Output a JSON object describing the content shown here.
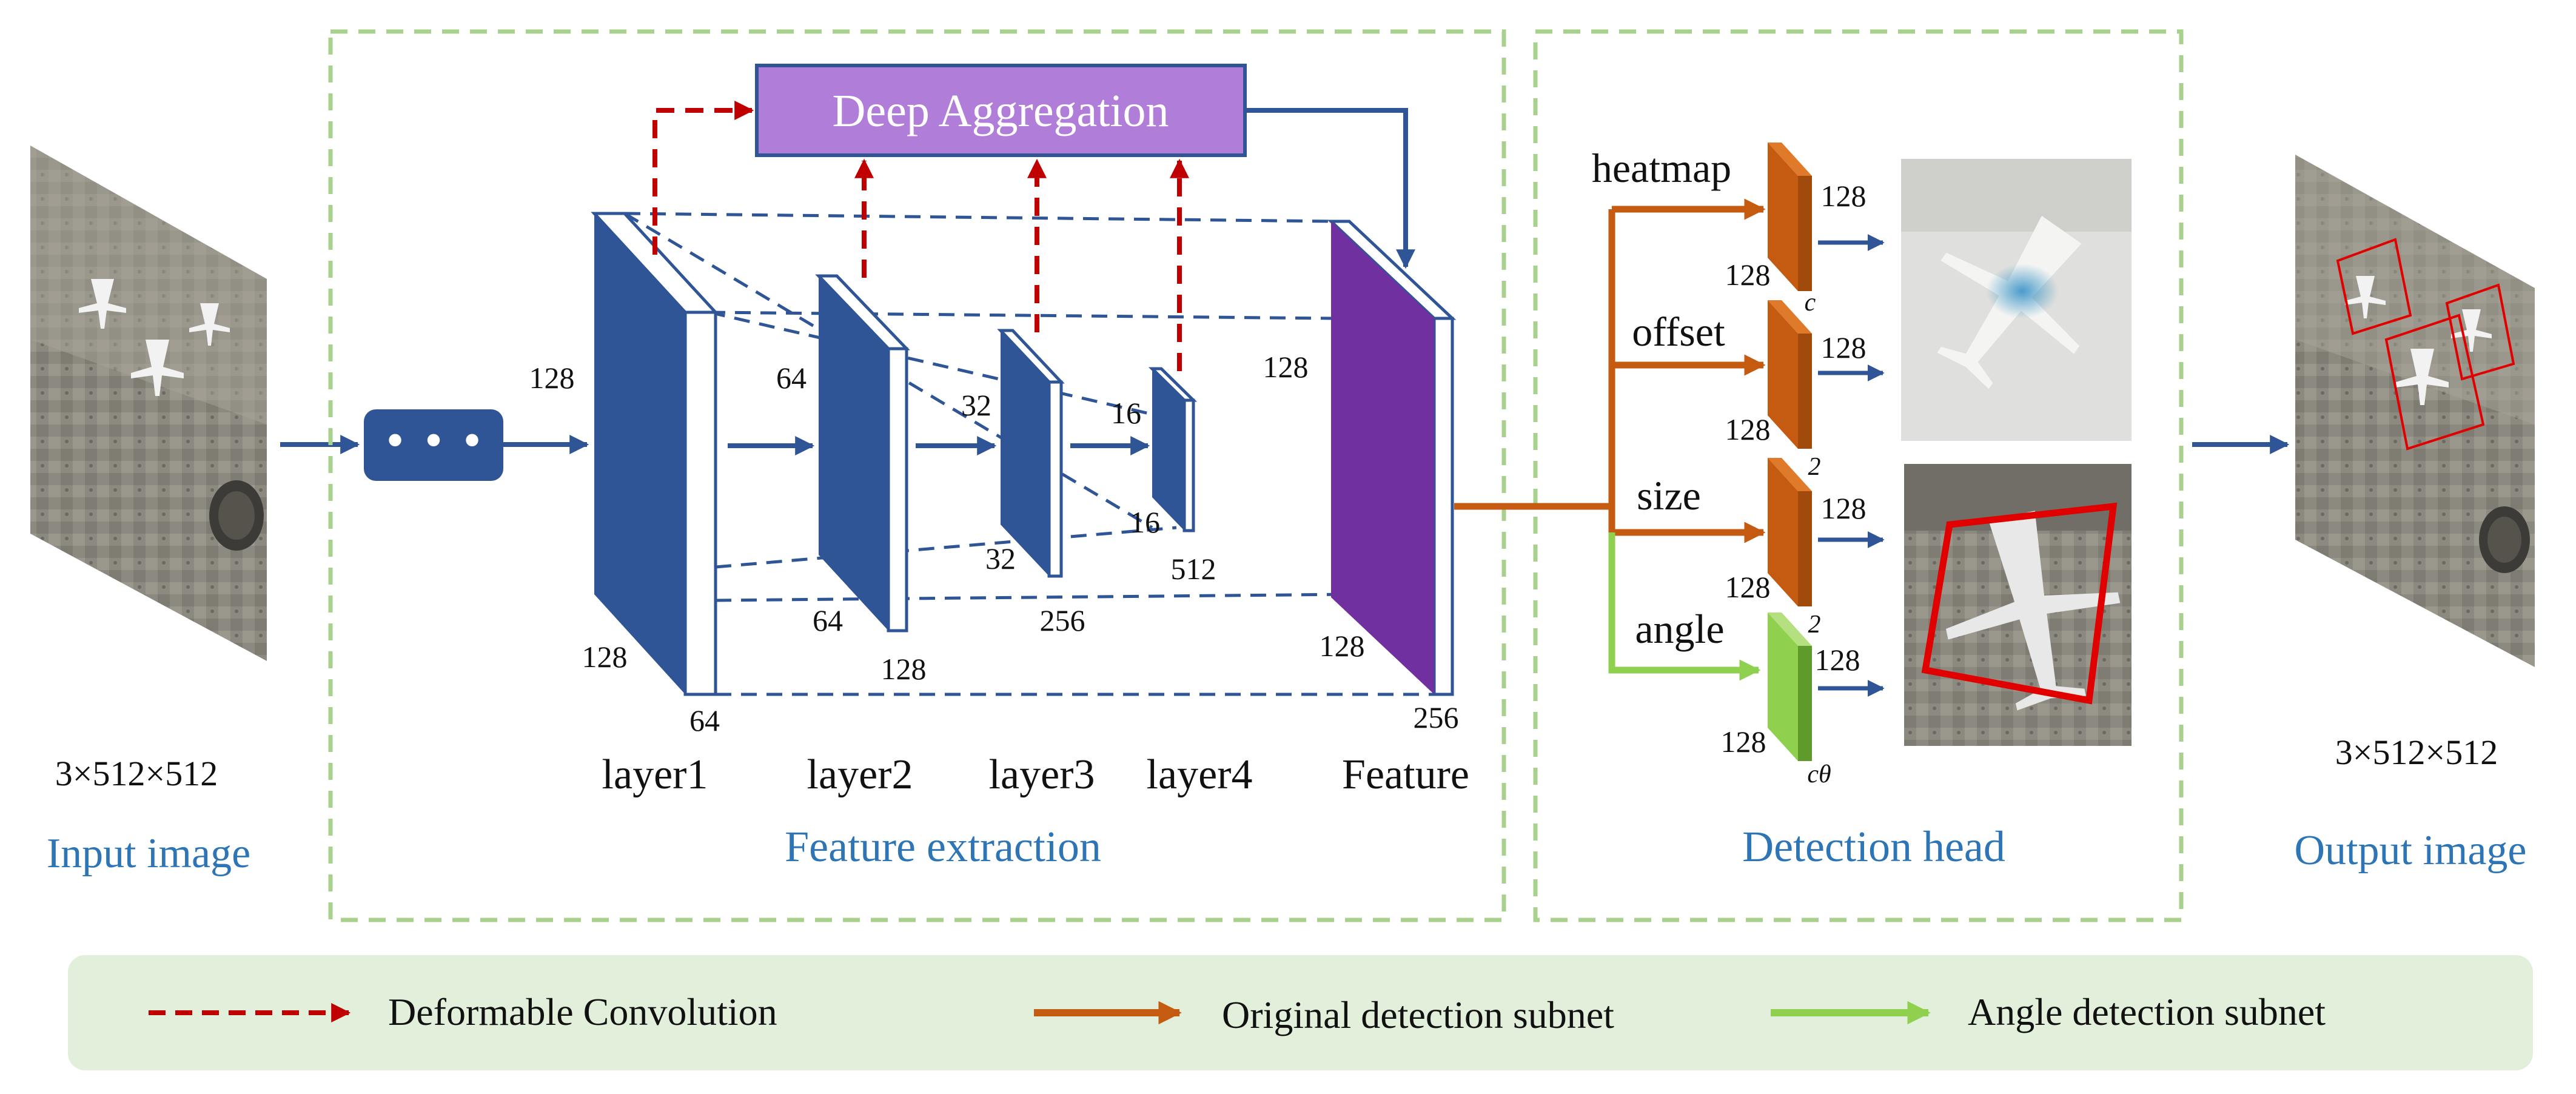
{
  "colors": {
    "layer_blue": "#2f5597",
    "arrow_blue": "#2f5597",
    "dashed_red": "#c00000",
    "purple_box": "#b07ed8",
    "feature_purple": "#7030a0",
    "orange": "#c55a11",
    "green": "#8fd14f",
    "section_border": "#a9d18e",
    "legend_bg": "#e2efda",
    "title_blue": "#2e75b6",
    "bbox_red": "#e00000"
  },
  "input": {
    "dims": "3×512×512",
    "title": "Input image"
  },
  "feature_extraction": {
    "title": "Feature extraction",
    "aggregation_label": "Deep Aggregation",
    "ellipsis": "• • •",
    "layer1": {
      "name": "layer1",
      "height_label": "128",
      "depth_label": "128",
      "channels_label": "64"
    },
    "layer2": {
      "name": "layer2",
      "height_label": "64",
      "depth_label": "64",
      "channels_label": "128"
    },
    "layer3": {
      "name": "layer3",
      "height_label": "32",
      "depth_label": "32",
      "channels_label": "256"
    },
    "layer4": {
      "name": "layer4",
      "height_label": "16",
      "depth_label": "16",
      "channels_label": "512"
    },
    "feature": {
      "name": "Feature",
      "height_label": "128",
      "depth_label": "128",
      "channels_label": "256"
    }
  },
  "detection_head": {
    "title": "Detection head",
    "branches": [
      {
        "name": "heatmap",
        "size_top": "128",
        "size_bottom": "128",
        "channels": "c"
      },
      {
        "name": "offset",
        "size_top": "128",
        "size_bottom": "128",
        "channels": "2"
      },
      {
        "name": "size",
        "size_top": "128",
        "size_bottom": "128",
        "channels": "2"
      },
      {
        "name": "angle",
        "size_top": "128",
        "size_bottom": "128",
        "channels": "cθ"
      }
    ]
  },
  "output": {
    "dims": "3×512×512",
    "title": "Output image"
  },
  "legend": {
    "items": [
      {
        "label": "Deformable Convolution",
        "style": "dashed-red"
      },
      {
        "label": "Original detection subnet",
        "style": "orange"
      },
      {
        "label": "Angle detection subnet",
        "style": "green"
      }
    ]
  }
}
